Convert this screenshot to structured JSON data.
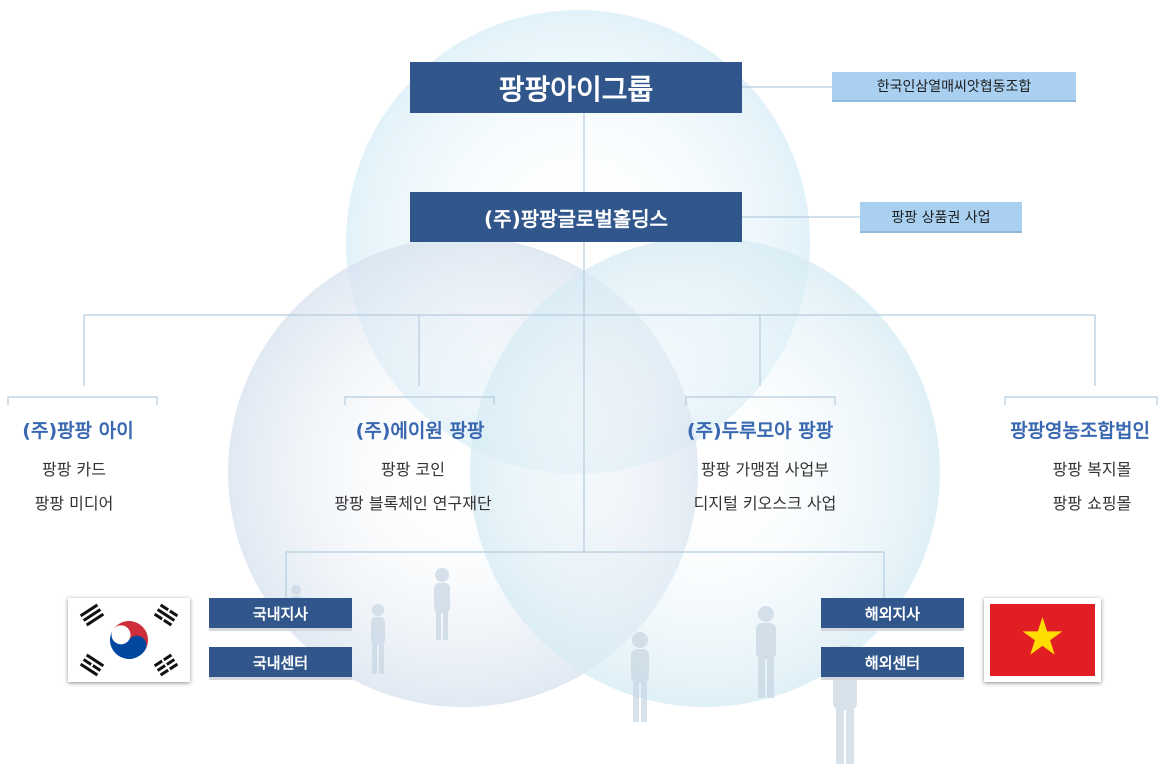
{
  "top": {
    "title": "팡팡아이그룹",
    "tag": "한국인삼열매씨앗협동조합"
  },
  "holding": {
    "title": "(주)팡팡글로벌홀딩스",
    "tag": "팡팡 상품권 사업"
  },
  "branches": [
    {
      "title": "(주)팡팡 아이",
      "items": [
        "팡팡 카드",
        "팡팡 미디어"
      ]
    },
    {
      "title": "(주)에이원 팡팡",
      "items": [
        "팡팡 코인",
        "팡팡 블록체인 연구재단"
      ]
    },
    {
      "title": "(주)두루모아 팡팡",
      "items": [
        "팡팡 가맹점 사업부",
        "디지털 키오스크 사업"
      ]
    },
    {
      "title": "팡팡영농조합법인",
      "items": [
        "팡팡 복지몰",
        "팡팡 쇼핑몰"
      ]
    }
  ],
  "domestic": {
    "branch_label": "국내지사",
    "center_label": "국내센터",
    "flag_icon": "south-korea-flag-icon"
  },
  "overseas": {
    "branch_label": "해외지사",
    "center_label": "해외센터",
    "flag_icon": "vietnam-flag-icon"
  },
  "colors": {
    "box": "#30568b",
    "tag": "#a9d0f0",
    "branch_title": "#3a68b0",
    "connector": "#b4cce0"
  }
}
